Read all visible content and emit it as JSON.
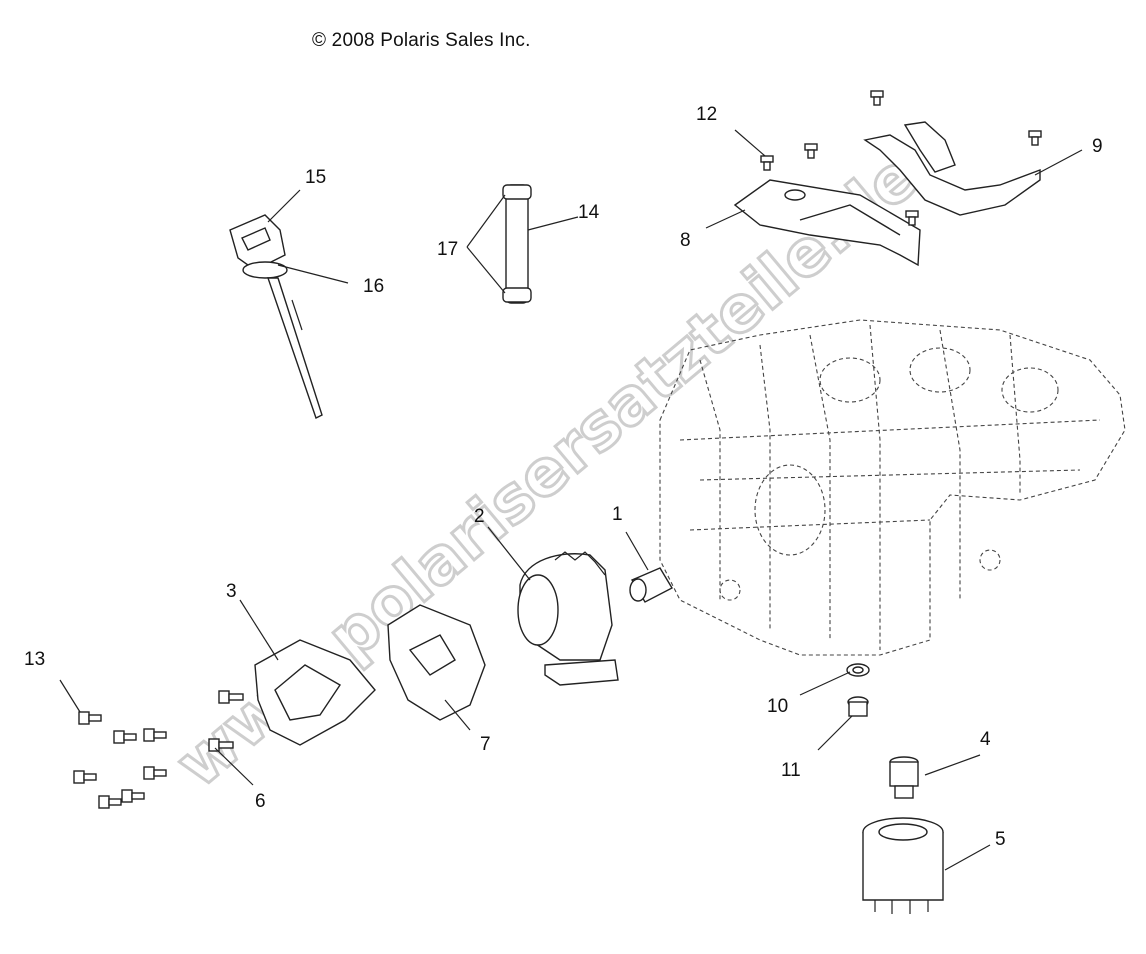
{
  "copyright": "© 2008 Polaris Sales Inc.",
  "watermark": "www.polarisersatzteile.de",
  "callouts": {
    "c1": "1",
    "c2": "2",
    "c3": "3",
    "c4": "4",
    "c5": "5",
    "c6": "6",
    "c7": "7",
    "c8": "8",
    "c9": "9",
    "c10": "10",
    "c11": "11",
    "c12": "12",
    "c13": "13",
    "c14": "14",
    "c15": "15",
    "c16": "16",
    "c17": "17"
  },
  "colors": {
    "line": "#222222",
    "watermark_stroke": "#c9c9c9",
    "background": "#ffffff"
  }
}
